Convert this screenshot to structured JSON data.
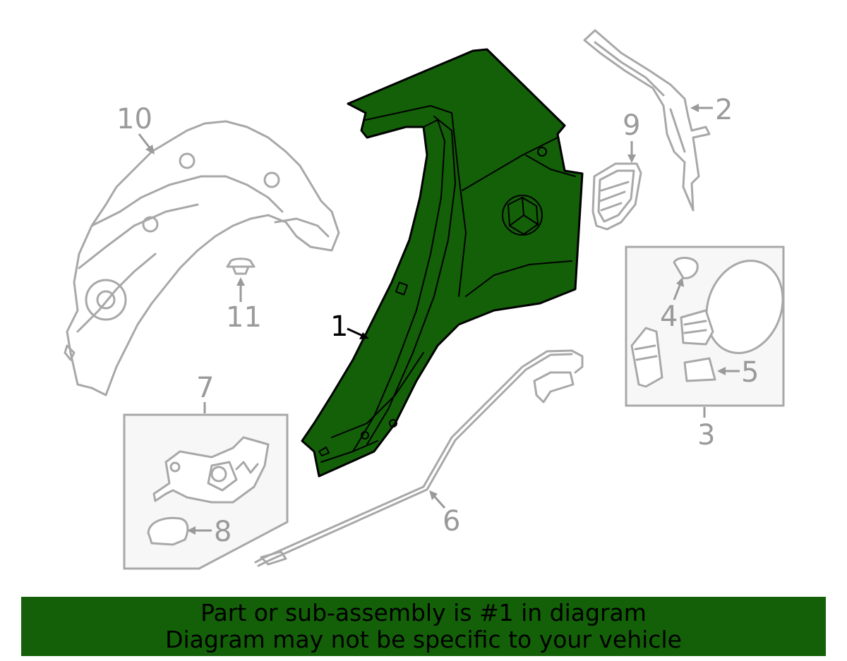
{
  "callouts": {
    "c1": "1",
    "c2": "2",
    "c3": "3",
    "c4": "4",
    "c5": "5",
    "c6": "6",
    "c7": "7",
    "c8": "8",
    "c9": "9",
    "c10": "10",
    "c11": "11"
  },
  "banner": {
    "line1": "Part or sub-assembly is #1 in diagram",
    "line2": "Diagram may not be specific to your vehicle"
  },
  "colors": {
    "highlight": "#136008",
    "outline_gray": "#a8a8a8",
    "text_gray": "#9a9a9a"
  }
}
